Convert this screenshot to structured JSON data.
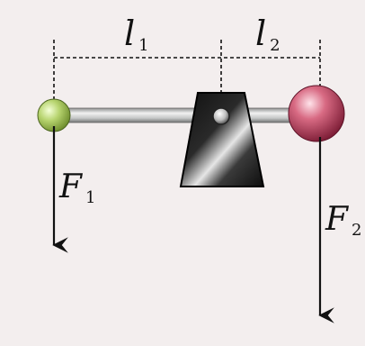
{
  "diagram": {
    "labels": {
      "l1_symbol": "l",
      "l1_sub": "1",
      "l2_symbol": "l",
      "l2_sub": "2",
      "F1_symbol": "F",
      "F1_sub": "1",
      "F2_symbol": "F",
      "F2_sub": "2"
    },
    "colors": {
      "background": "#f3eeee",
      "rod": "#c9cccc",
      "left_ball": "#a4c45a",
      "right_ball": "#c24a63",
      "fulcrum_dark": "#1a1a1a",
      "fulcrum_light": "#d6d6d6",
      "line": "#111111"
    }
  }
}
